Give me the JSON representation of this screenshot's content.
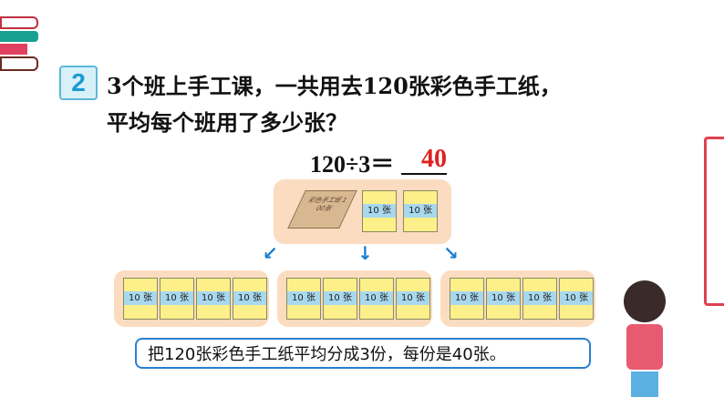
{
  "problem_number": "2",
  "question_line1": "3个班上手工课，一共用去120张彩色手工纸，",
  "question_line2": "平均每个班用了多少张？",
  "equation": "120÷3＝",
  "answer": "40",
  "book_label": "彩色手工纸 100张",
  "paper_label": "10 张",
  "arrows": [
    "↙",
    "↓",
    "↘"
  ],
  "conclusion": "把120张彩色手工纸平均分成3份，每份是40张。",
  "colors": {
    "accent": "#1a9bd0",
    "answer": "#e02020",
    "card": "#fbdcc0",
    "paper": "#fdf08a"
  }
}
